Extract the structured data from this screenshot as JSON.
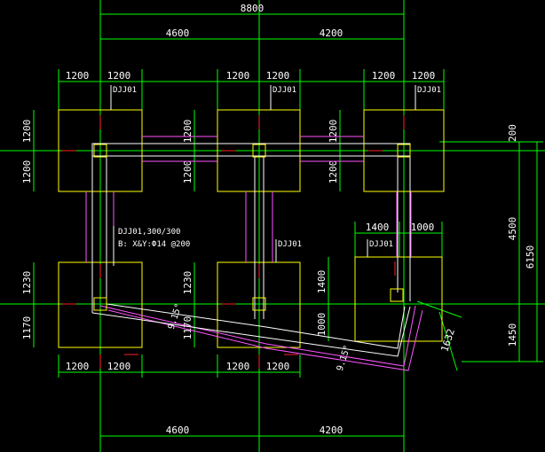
{
  "colors": {
    "background": "#000000",
    "dimension": "#00ff00",
    "dim_text": "#ffffff",
    "footing": "#ffff00",
    "beam": "#ffffff",
    "beam_offset": "#ff55ff",
    "center_mark": "#ff2020",
    "label": "#ffffff"
  },
  "dimensions": {
    "top_total": "8800",
    "top_left_span": "4600",
    "top_right_span": "4200",
    "bottom_left_span": "4600",
    "bottom_right_span": "4200",
    "top_footing_widths": [
      "1200",
      "1200",
      "1200",
      "1200",
      "1200",
      "1200"
    ],
    "bottom_footing_widths": [
      "1200",
      "1200",
      "1200",
      "1200"
    ],
    "right_footing_widths": [
      "1400",
      "1000"
    ],
    "left_top_heights": [
      "1200",
      "1200"
    ],
    "mid_top_heights": [
      "1200",
      "1200"
    ],
    "right_top_heights": [
      "1200",
      "1200"
    ],
    "left_bottom_heights": [
      "1230",
      "1170"
    ],
    "mid_bottom_heights": [
      "1230",
      "1170"
    ],
    "right_bottom_heights": [
      "1400",
      "1000"
    ],
    "right_side": [
      "200",
      "4500",
      "1450"
    ],
    "right_total": "6150",
    "slope_length": "1632"
  },
  "labels": {
    "footing_tags": [
      "DJJ01",
      "DJJ01",
      "DJJ01",
      "DJJ01",
      "DJJ01"
    ],
    "footing_spec_line1": "DJJ01,300/300",
    "footing_spec_line2": "B: X&Y:Ф14 @200",
    "angle_left": "9.15°",
    "angle_right": "9.15°"
  }
}
